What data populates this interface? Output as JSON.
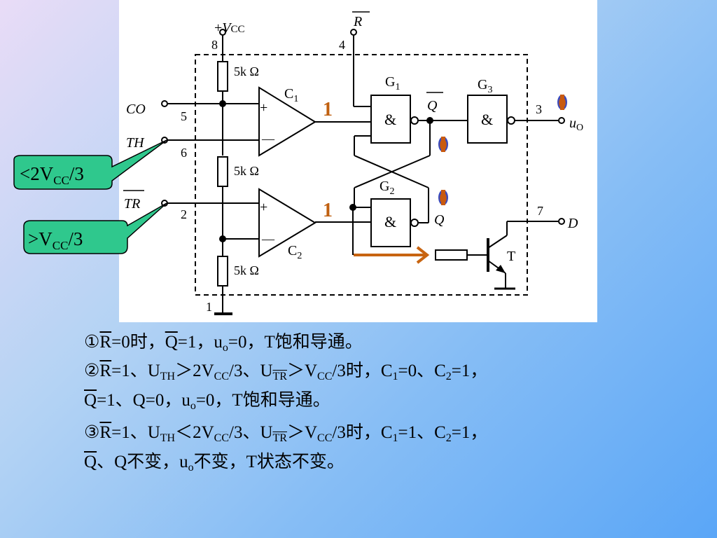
{
  "circuit": {
    "vcc": {
      "plus": "+",
      "v": "V",
      "sub": "CC",
      "pin": "8"
    },
    "reset": {
      "label": "R",
      "pin": "4"
    },
    "resistors": [
      "5k Ω",
      "5k Ω",
      "5k Ω"
    ],
    "comparators": [
      {
        "name": "C",
        "sub": "1",
        "plus": "+",
        "minus": "—"
      },
      {
        "name": "C",
        "sub": "2",
        "plus": "+",
        "minus": "—"
      }
    ],
    "gates": [
      {
        "name": "G",
        "sub": "1",
        "symbol": "&"
      },
      {
        "name": "G",
        "sub": "2",
        "symbol": "&"
      },
      {
        "name": "G",
        "sub": "3",
        "symbol": "&"
      }
    ],
    "pins": {
      "co": {
        "label": "CO",
        "num": "5"
      },
      "th": {
        "label": "TH",
        "num": "6"
      },
      "tr": {
        "label": "TR",
        "num": "2"
      },
      "out": {
        "label": "u",
        "sub": "O",
        "num": "3"
      },
      "dis": {
        "label": "D",
        "num": "7"
      },
      "gnd": {
        "num": "1"
      }
    },
    "q_bar": "Q",
    "q": "Q",
    "transistor": "T",
    "state_values": {
      "c1_out": "1",
      "c2_out": "1",
      "q_bar": "0",
      "q": "0",
      "uo": "0"
    },
    "callouts": {
      "th": "<2VCC/3",
      "tr": ">VCC/3"
    },
    "colors": {
      "highlight_one": "#c06010",
      "zero_fill": "#3a4bbd",
      "zero_edge": "#c85a10",
      "callout_fill": "#2fc88d",
      "arrow": "#c86410"
    }
  },
  "notes": [
    "①R=0时，Q=1，uo=0，T饱和导通。",
    "②R=1、UTH>2VCC/3、UTR>VCC/3时，C1=0、C2=1，",
    "Q=1、Q=0，uo=0，T饱和导通。",
    "③R=1、UTH<2VCC/3、UTR>VCC/3时，C1=1、C2=1，",
    "Q、Q不变，uo不变，T状态不变。"
  ]
}
